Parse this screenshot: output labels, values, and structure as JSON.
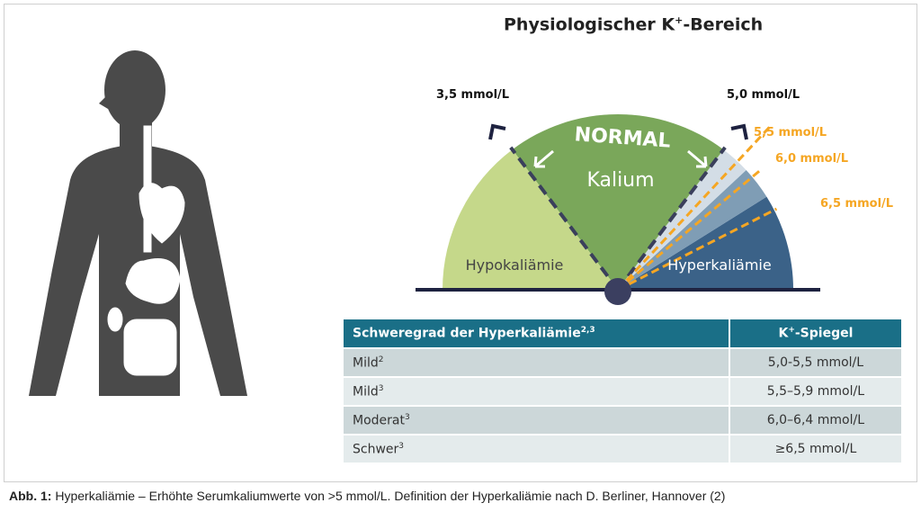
{
  "title": {
    "text": "Physiologischer K",
    "sup": "+",
    "rest": "-Bereich"
  },
  "gauge": {
    "normal_label": "NORMAL",
    "kalium_label": "Kalium",
    "hypo_label": "Hypokaliämie",
    "hyper_label": "Hyperkaliämie",
    "low_limit": "3,5 mmol/L",
    "high_limit": "5,0 mmol/L",
    "thresholds": [
      "5,5 mmol/L",
      "6,0 mmol/L",
      "6,5 mmol/L"
    ],
    "colors": {
      "hypo": "#c5d88a",
      "normal": "#7aa75a",
      "mild": "#d3dde6",
      "moderate": "#7f9db5",
      "severe": "#3b6288",
      "dash": "#3a3f5c",
      "orange": "#f5a623"
    }
  },
  "table": {
    "headers": {
      "col1": "Schweregrad der Hyperkaliämie",
      "col1_sup": "2,3",
      "col2_pre": "K",
      "col2_sup": "+",
      "col2_rest": "-Spiegel"
    },
    "rows": [
      {
        "grade": "Mild",
        "sup": "2",
        "level": "5,0-5,5 mmol/L"
      },
      {
        "grade": "Mild",
        "sup": "3",
        "level": "5,5–5,9 mmol/L"
      },
      {
        "grade": "Moderat",
        "sup": "3",
        "level": "6,0–6,4 mmol/L"
      },
      {
        "grade": "Schwer",
        "sup": "3",
        "level": "≥6,5 mmol/L"
      }
    ]
  },
  "caption": {
    "label": "Abb. 1:",
    "text": " Hyperkaliämie – Erhöhte Serumkaliumwerte von >5 mmol/L. Definition der Hyperkaliämie nach D. Berliner, Hannover (2)"
  }
}
